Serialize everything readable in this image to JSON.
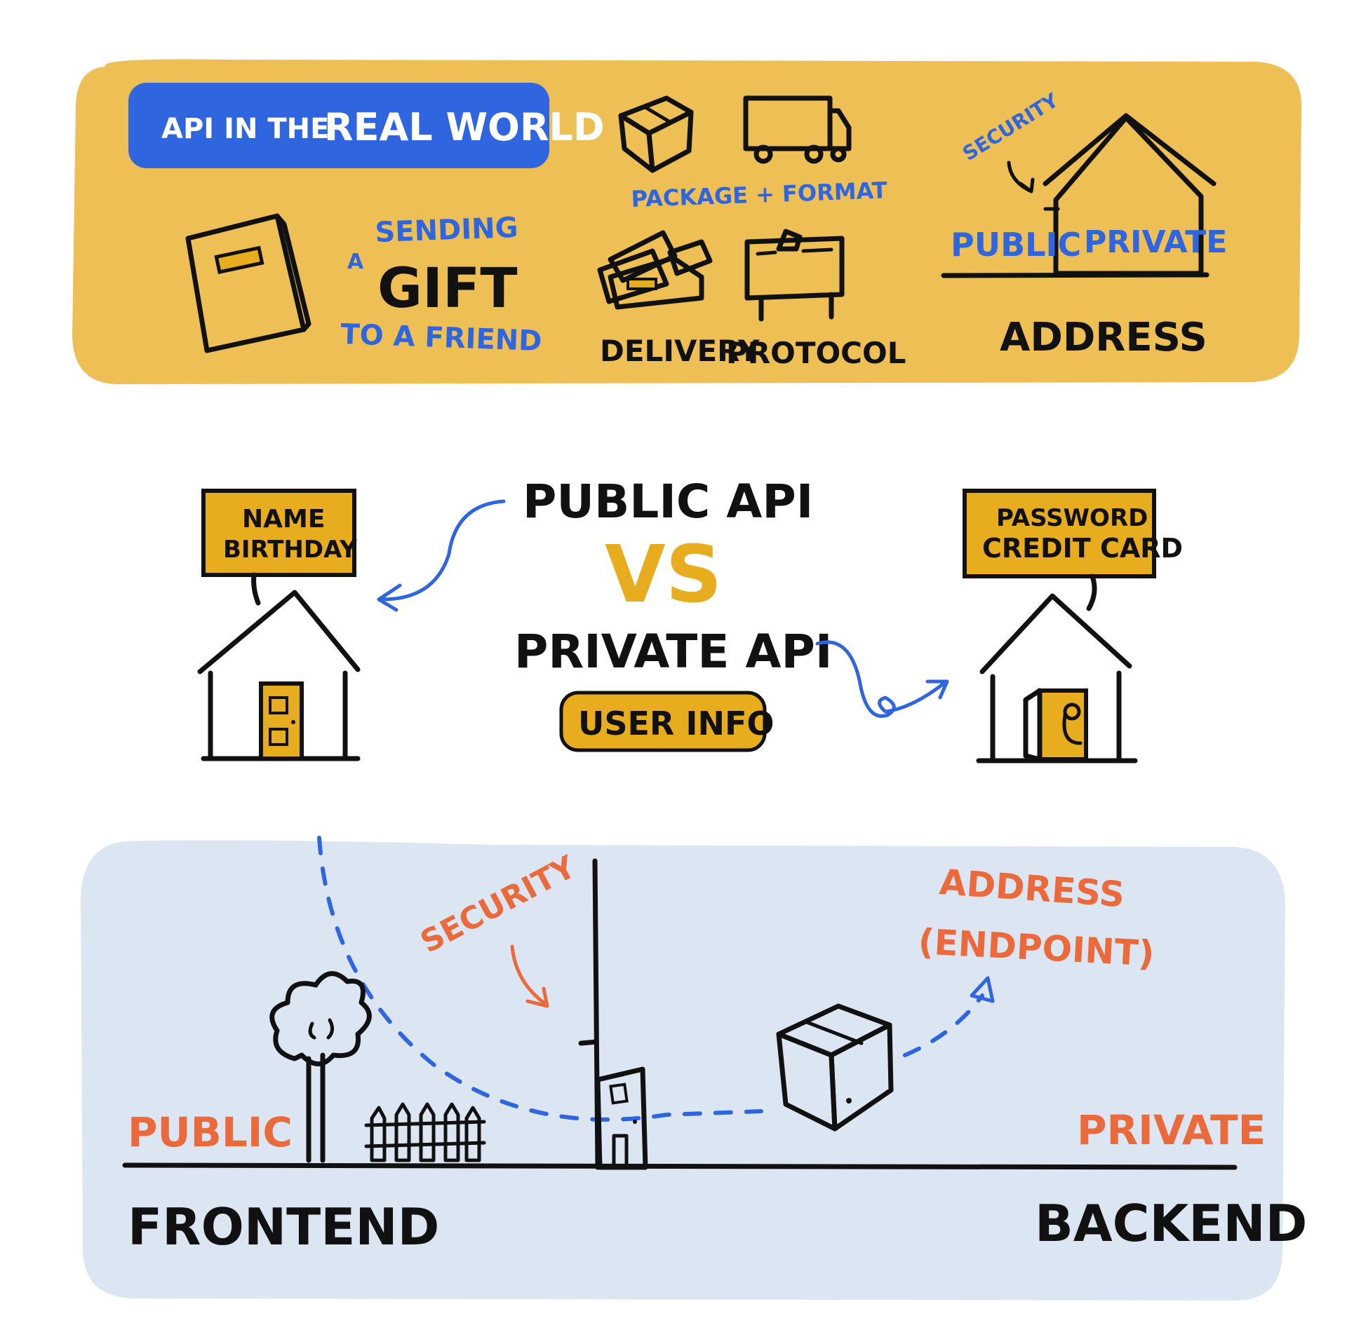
{
  "colors": {
    "yellow_panel": "#edbf55",
    "blue_panel": "#dce6f3",
    "title_blue": "#2f66e0",
    "text_blue": "#2f66e0",
    "orange": "#ea6a3c",
    "box_yellow": "#e8ac1f",
    "ink": "#111111"
  },
  "top_panel": {
    "title_small": "API IN THE",
    "title_big": "REAL WORLD",
    "gift": {
      "sending": "SENDING",
      "a": "A",
      "gift": "GIFT",
      "to_a_friend": "TO A FRIEND"
    },
    "package_format": "PACKAGE + FORMAT",
    "delivery": "DELIVERY",
    "protocol": "PROTOCOL",
    "security": "SECURITY",
    "public": "PUBLIC",
    "private": "PRIVATE",
    "address": "ADDRESS"
  },
  "middle": {
    "left_sign_line1": "NAME",
    "left_sign_line2": "BIRTHDAY",
    "public_api": "PUBLIC API",
    "vs": "VS",
    "private_api": "PRIVATE API",
    "user_info": "USER INFO",
    "right_sign_line1": "PASSWORD",
    "right_sign_line2": "CREDIT CARD"
  },
  "bottom_panel": {
    "security": "SECURITY",
    "address": "ADDRESS",
    "endpoint": "(ENDPOINT)",
    "public": "PUBLIC",
    "private": "PRIVATE",
    "frontend": "FRONTEND",
    "backend": "BACKEND"
  }
}
